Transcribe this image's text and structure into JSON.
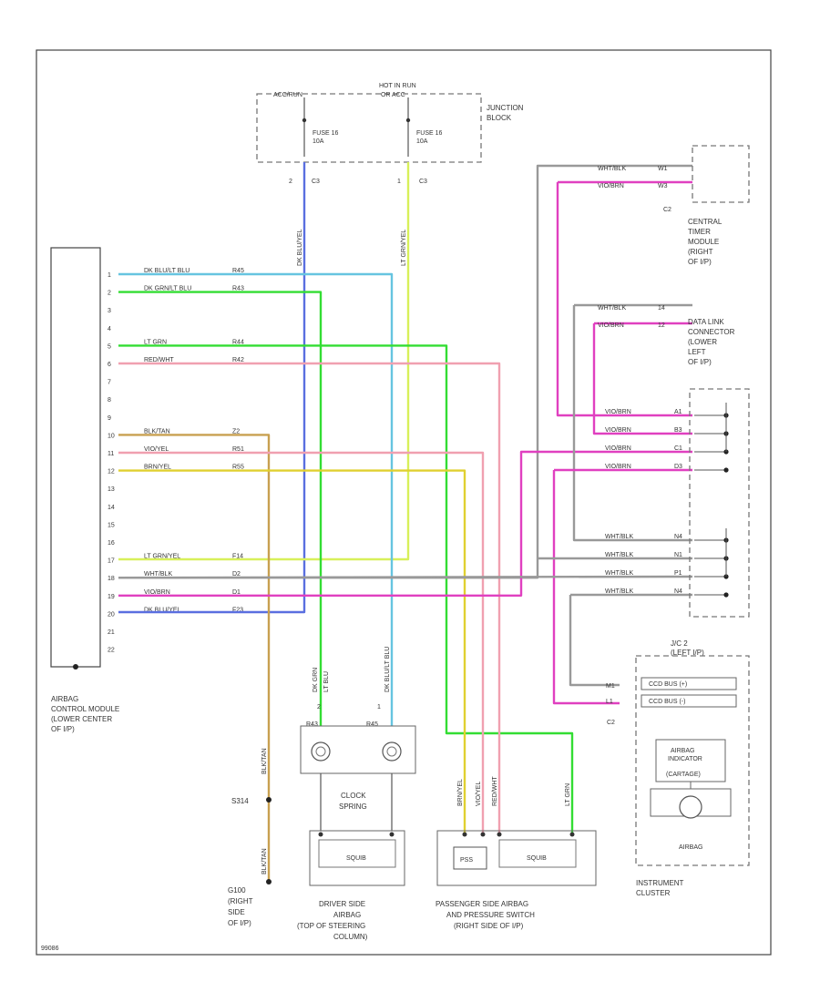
{
  "colors": {
    "blue": "#5a6fe0",
    "lightblue": "#66c4e0",
    "green": "#33dd33",
    "lime": "#d8f05a",
    "pink": "#f0a0b0",
    "magenta": "#e040c0",
    "tan": "#c8a050",
    "yellow": "#e0d030",
    "gray": "#999999",
    "frame": "#444444"
  },
  "junction": {
    "left_label": "ACC/RUN",
    "top_label_1": "HOT IN RUN",
    "top_label_2": "OR ACC",
    "fuse_left_1": "FUSE 16",
    "fuse_left_2": "10A",
    "fuse_right_1": "FUSE 16",
    "fuse_right_2": "10A",
    "title_1": "JUNCTION",
    "title_2": "BLOCK",
    "conn_left_pin": "2",
    "conn_left": "C3",
    "conn_right_pin": "1",
    "conn_right": "C3",
    "wire_left": "DK BLU/YEL",
    "wire_right": "LT GRN/YEL"
  },
  "acm": {
    "pins": [
      "1",
      "2",
      "3",
      "4",
      "5",
      "6",
      "7",
      "8",
      "9",
      "10",
      "11",
      "12",
      "13",
      "14",
      "15",
      "16",
      "17",
      "18",
      "19",
      "20",
      "21",
      "22"
    ],
    "label_1": "AIRBAG",
    "label_2": "CONTROL MODULE",
    "label_3": "(LOWER CENTER",
    "label_4": "OF I/P)"
  },
  "acm_wires": [
    {
      "color_name": "DK BLU/LT BLU",
      "circuit": "R45"
    },
    {
      "color_name": "DK GRN/LT BLU",
      "circuit": "R43"
    },
    {
      "color_name": "LT GRN",
      "circuit": "R44"
    },
    {
      "color_name": "RED/WHT",
      "circuit": "R42"
    },
    {
      "color_name": "BLK/TAN",
      "circuit": "Z2"
    },
    {
      "color_name": "VIO/YEL",
      "circuit": "R51"
    },
    {
      "color_name": "BRN/YEL",
      "circuit": "R55"
    },
    {
      "color_name": "LT GRN/YEL",
      "circuit": "F14"
    },
    {
      "color_name": "WHT/BLK",
      "circuit": "D2"
    },
    {
      "color_name": "VIO/BRN",
      "circuit": "D1"
    },
    {
      "color_name": "DK BLU/YEL",
      "circuit": "F23"
    }
  ],
  "ctm": {
    "wire_a": "WHT/BLK",
    "pin_a": "W1",
    "wire_b": "VIO/BRN",
    "pin_b": "W3",
    "conn": "C2",
    "label_1": "CENTRAL",
    "label_2": "TIMER",
    "label_3": "MODULE",
    "label_4": "(RIGHT",
    "label_5": "OF I/P)"
  },
  "dlc": {
    "wire_a": "WHT/BLK",
    "pin_a": "14",
    "wire_b": "VIO/BRN",
    "pin_b": "12",
    "label_1": "DATA LINK",
    "label_2": "CONNECTOR",
    "label_3": "(LOWER",
    "label_4": "LEFT",
    "label_5": "OF I/P)"
  },
  "splice_upper": [
    {
      "wire": "VIO/BRN",
      "pin": "A1"
    },
    {
      "wire": "VIO/BRN",
      "pin": "B3"
    },
    {
      "wire": "VIO/BRN",
      "pin": "C1"
    },
    {
      "wire": "VIO/BRN",
      "pin": "D3"
    }
  ],
  "splice_lower": [
    {
      "wire": "WHT/BLK",
      "pin": "N4"
    },
    {
      "wire": "WHT/BLK",
      "pin": "N1"
    },
    {
      "wire": "WHT/BLK",
      "pin": "P1"
    },
    {
      "wire": "WHT/BLK",
      "pin": "N4"
    }
  ],
  "jc2": {
    "label_1": "J/C 2",
    "label_2": "(LEFT I/P)",
    "pin_a": "M1",
    "pin_b": "L1",
    "conn": "C2",
    "bus_a": "CCD BUS (+)",
    "bus_b": "CCD BUS (-)"
  },
  "cluster": {
    "ind_1": "AIRBAG",
    "ind_2": "INDICATOR",
    "ind_3": "(CARTAGE)",
    "lamp": "AIRBAG",
    "label_1": "INSTRUMENT",
    "label_2": "CLUSTER"
  },
  "driver": {
    "wire_a": "DK GRN",
    "wire_b": "LT BLU",
    "wire_c": "DK BLU/LT BLU",
    "pin_a": "2",
    "pin_b": "1",
    "conn_a": "R43",
    "conn_b": "R45",
    "spring_1": "CLOCK",
    "spring_2": "SPRING",
    "squib": "SQUIB",
    "label_1": "DRIVER SIDE",
    "label_2": "AIRBAG",
    "label_3": "(TOP OF STEERING",
    "label_4": "COLUMN)"
  },
  "passenger": {
    "wires": [
      "BRN/YEL",
      "VIO/YEL",
      "RED/WHT",
      "LT GRN"
    ],
    "squib": "SQUIB",
    "switch": "PSS",
    "label_1": "PASSENGER SIDE AIRBAG",
    "label_2": "AND PRESSURE SWITCH",
    "label_3": "(RIGHT SIDE OF I/P)"
  },
  "ground": {
    "wire_top": "BLK/TAN",
    "wire_bottom": "BLK/TAN",
    "splice": "S314",
    "g_name": "G100",
    "label_1": "(RIGHT",
    "label_2": "SIDE",
    "label_3": "OF I/P)"
  },
  "footer": "99086"
}
